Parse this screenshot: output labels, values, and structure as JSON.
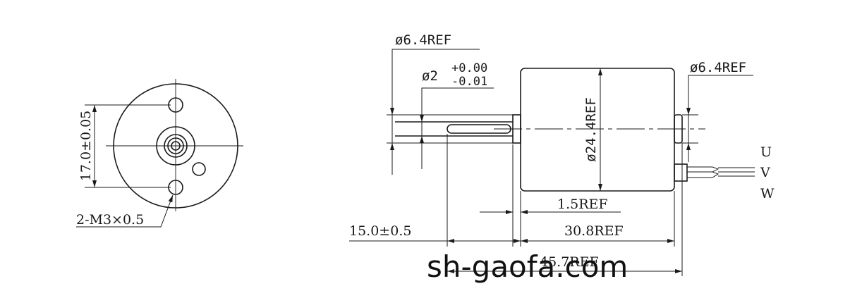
{
  "front_view": {
    "dim_hole_spacing": "17.0±0.05",
    "dim_threads": "2-M3×0.5"
  },
  "side_view": {
    "dim_shaft_collar": "ø6.4REF",
    "dim_shaft_dia": "ø2",
    "tol_upper": "+0.00",
    "tol_lower": "-0.01",
    "dim_rear_boss": "ø6.4REF",
    "dim_body_dia": "ø24.4REF",
    "dim_collar_len": "1.5REF",
    "dim_shaft_len": "15.0±0.5",
    "dim_body_len": "30.8REF",
    "dim_total_len": "45.7REF",
    "leads": [
      "U",
      "V",
      "W"
    ]
  },
  "watermark": "sh-gaofa.com"
}
